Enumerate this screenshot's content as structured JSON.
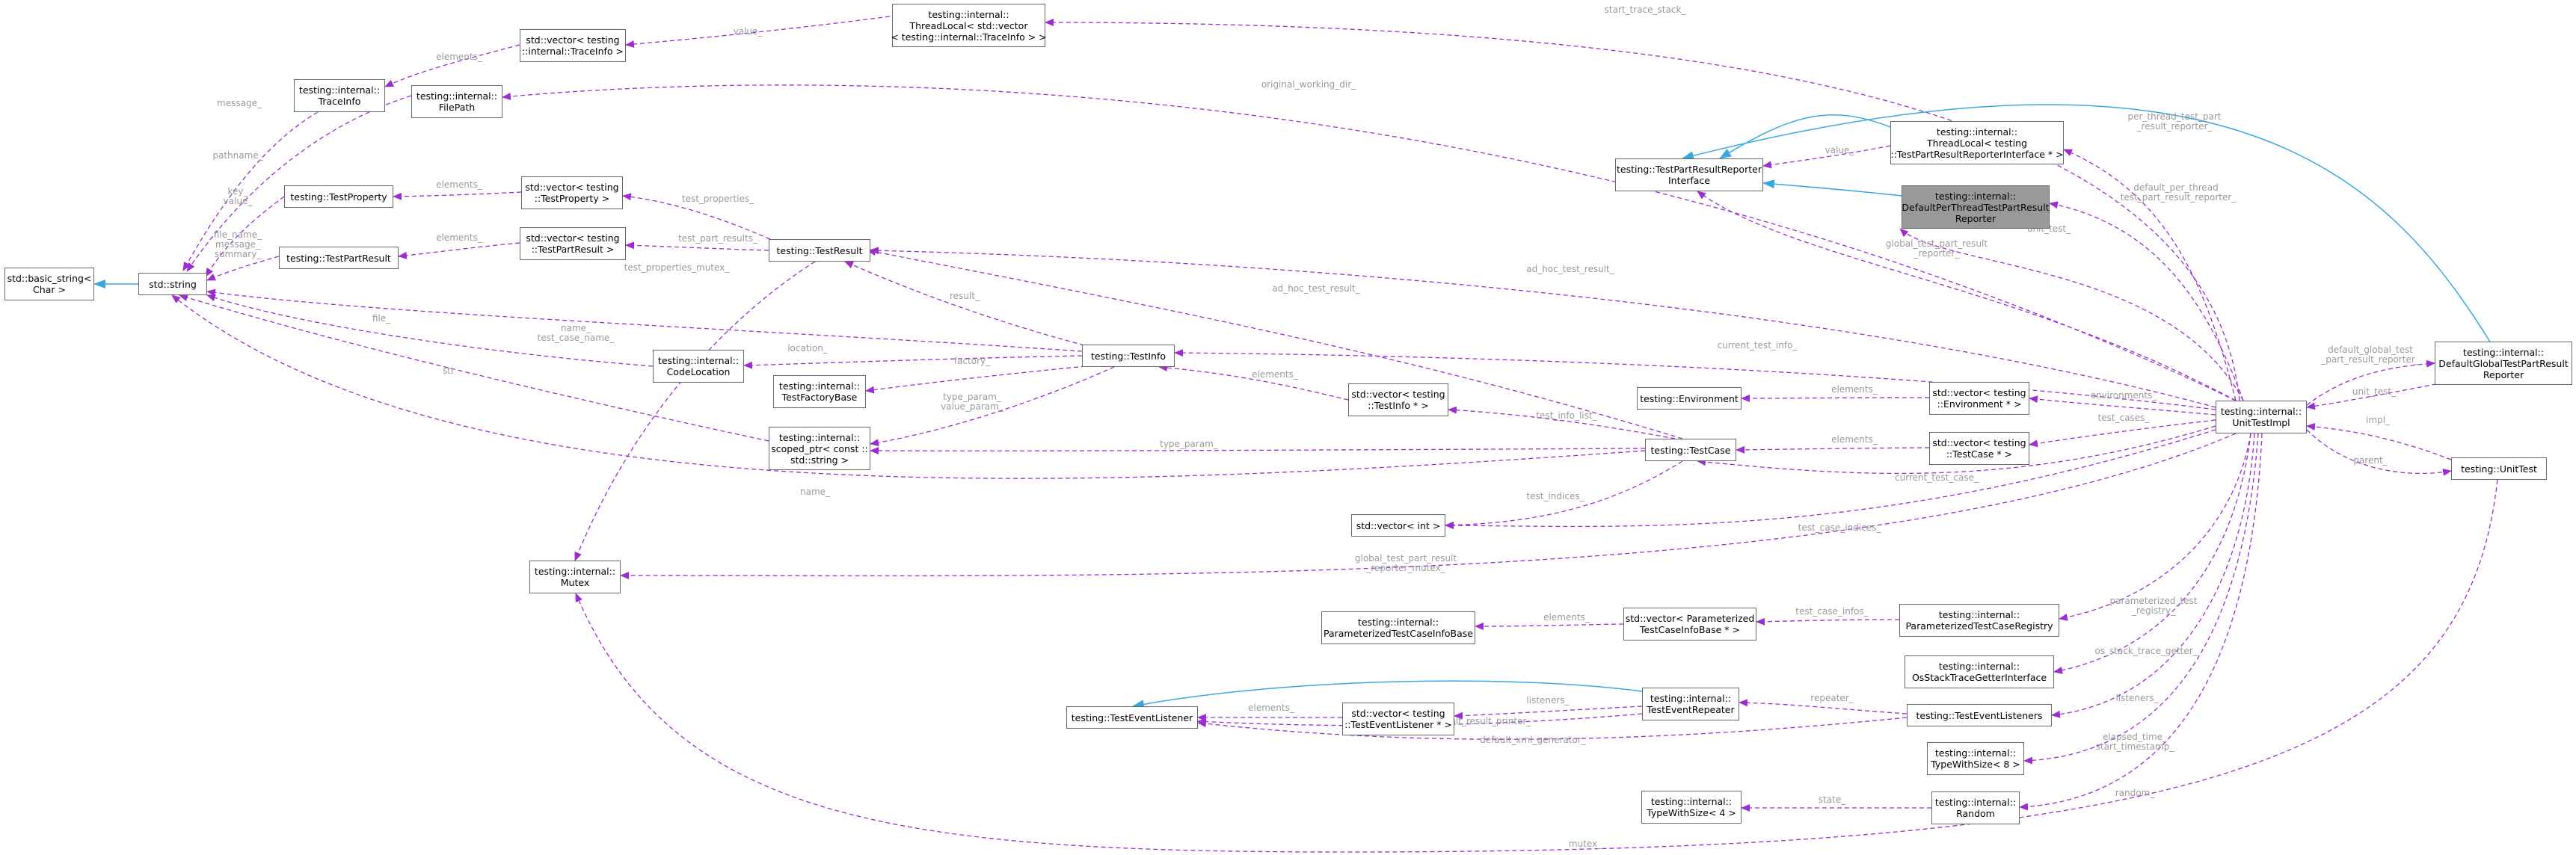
{
  "colors": {
    "dependency": "#9a2ed1",
    "inheritance": "#3aa8e0",
    "highlight_fill": "#999999",
    "label": "#9a9a9a"
  },
  "nodes": [
    {
      "id": "tlti",
      "label": "testing::internal::\nThreadLocal< std::vector\n< testing::internal::TraceInfo > >"
    },
    {
      "id": "vecti",
      "label": "std::vector< testing\n::internal::TraceInfo >"
    },
    {
      "id": "traceinfo",
      "label": "testing::internal::\nTraceInfo"
    },
    {
      "id": "filepath",
      "label": "testing::internal::\nFilePath"
    },
    {
      "id": "tprop",
      "label": "testing::TestProperty"
    },
    {
      "id": "vecprop",
      "label": "std::vector< testing\n::TestProperty >"
    },
    {
      "id": "tpr",
      "label": "testing::TestPartResult"
    },
    {
      "id": "vectpr",
      "label": "std::vector< testing\n::TestPartResult >"
    },
    {
      "id": "testresult",
      "label": "testing::TestResult"
    },
    {
      "id": "basicstring",
      "label": "std::basic_string<\nChar >"
    },
    {
      "id": "string",
      "label": "std::string"
    },
    {
      "id": "codeloc",
      "label": "testing::internal::\nCodeLocation"
    },
    {
      "id": "testinfo",
      "label": "testing::TestInfo"
    },
    {
      "id": "tfb",
      "label": "testing::internal::\nTestFactoryBase"
    },
    {
      "id": "scoped",
      "label": "testing::internal::\nscoped_ptr< const ::\nstd::string >"
    },
    {
      "id": "mutex",
      "label": "testing::internal::\nMutex"
    },
    {
      "id": "tprri",
      "label": "testing::TestPartResultReporter\nInterface"
    },
    {
      "id": "tltpr",
      "label": "testing::internal::\nThreadLocal< testing\n::TestPartResultReporterInterface * >"
    },
    {
      "id": "dpttpr",
      "label": "testing::internal::\nDefaultPerThreadTestPartResult\nReporter"
    },
    {
      "id": "vecinfo",
      "label": "std::vector< testing\n::TestInfo * >"
    },
    {
      "id": "environment",
      "label": "testing::Environment"
    },
    {
      "id": "vecenv",
      "label": "std::vector< testing\n::Environment * >"
    },
    {
      "id": "testcase",
      "label": "testing::TestCase"
    },
    {
      "id": "vectc",
      "label": "std::vector< testing\n::TestCase * >"
    },
    {
      "id": "vecint",
      "label": "std::vector< int >"
    },
    {
      "id": "unittestimpl",
      "label": "testing::internal::\nUnitTestImpl"
    },
    {
      "id": "dgtpr",
      "label": "testing::internal::\nDefaultGlobalTestPartResult\nReporter"
    },
    {
      "id": "unittest",
      "label": "testing::UnitTest"
    },
    {
      "id": "ptcib",
      "label": "testing::internal::\nParameterizedTestCaseInfoBase"
    },
    {
      "id": "vecptcib",
      "label": "std::vector< Parameterized\nTestCaseInfoBase * >"
    },
    {
      "id": "ptcreg",
      "label": "testing::internal::\nParameterizedTestCaseRegistry"
    },
    {
      "id": "osst",
      "label": "testing::internal::\nOsStackTraceGetterInterface"
    },
    {
      "id": "tel",
      "label": "testing::TestEventListener"
    },
    {
      "id": "vectel",
      "label": "std::vector< testing\n::TestEventListener * >"
    },
    {
      "id": "ter",
      "label": "testing::internal::\nTestEventRepeater"
    },
    {
      "id": "tels",
      "label": "testing::TestEventListeners"
    },
    {
      "id": "tws8",
      "label": "testing::internal::\nTypeWithSize< 8 >"
    },
    {
      "id": "tws4",
      "label": "testing::internal::\nTypeWithSize< 4 >"
    },
    {
      "id": "random",
      "label": "testing::internal::\nRandom"
    }
  ],
  "edge_labels": [
    "value_",
    "elements_",
    "message_",
    "pathname_",
    "key_\nvalue_",
    "file_name_\nmessage_\nsummary_",
    "elements_",
    "elements_",
    "test_properties_",
    "test_part_results_",
    "test_properties_mutex_",
    "result_",
    "name_\ntest_case_name_",
    "file_",
    "location_",
    "factory_",
    "type_param_\nvalue_param_",
    "str",
    "elements_",
    "type_param_",
    "name_",
    "test_info_list_",
    "test_indices_",
    "ad_hoc_test_result_",
    "ad_hoc_test_result_",
    "current_test_info_",
    "per_thread_test_part\n_result_reporter_",
    "value_",
    "default_per_thread\n_test_part_result_reporter_",
    "unit_test_",
    "global_test_part_result\n_reporter_",
    "elements_",
    "environments_",
    "elements_",
    "test_cases_",
    "current_test_case_",
    "test_case_indices_",
    "global_test_part_result\n_reporter_mutex_",
    "default_global_test\n_part_result_reporter_",
    "unit_test_",
    "impl_",
    "parent_",
    "original_working_dir_",
    "elements_",
    "test_case_infos_",
    "parameterized_test\n_registry_",
    "os_stack_trace_getter_",
    "listeners_",
    "elements_",
    "listeners_",
    "default_result_printer_",
    "default_xml_generator_",
    "repeater_",
    "elapsed_time_\nstart_timestamp_",
    "random_",
    "state_",
    "mutex_",
    "start_trace_stack_"
  ]
}
